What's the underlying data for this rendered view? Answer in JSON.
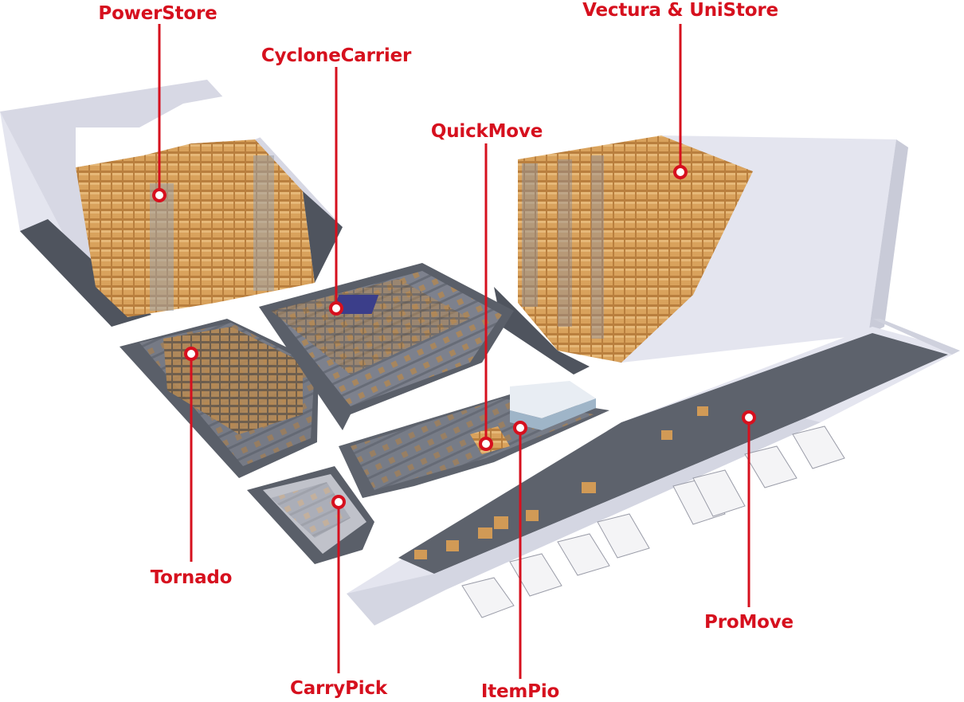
{
  "colors": {
    "accent": "#d6101e",
    "wall": "#e8e9f2",
    "wall_shadow": "#c9cbd8",
    "floor": "#5f6470",
    "box": "#d19a56",
    "rack": "#8e8f98",
    "truck": "#f4f4f6"
  },
  "callouts": {
    "powerstore": "PowerStore",
    "cyclonecarrier": "CycloneCarrier",
    "quickmove": "QuickMove",
    "vectura": "Vectura & UniStore",
    "tornado": "Tornado",
    "carrypick": "CarryPick",
    "itempio": "ItemPio",
    "promove": "ProMove"
  }
}
